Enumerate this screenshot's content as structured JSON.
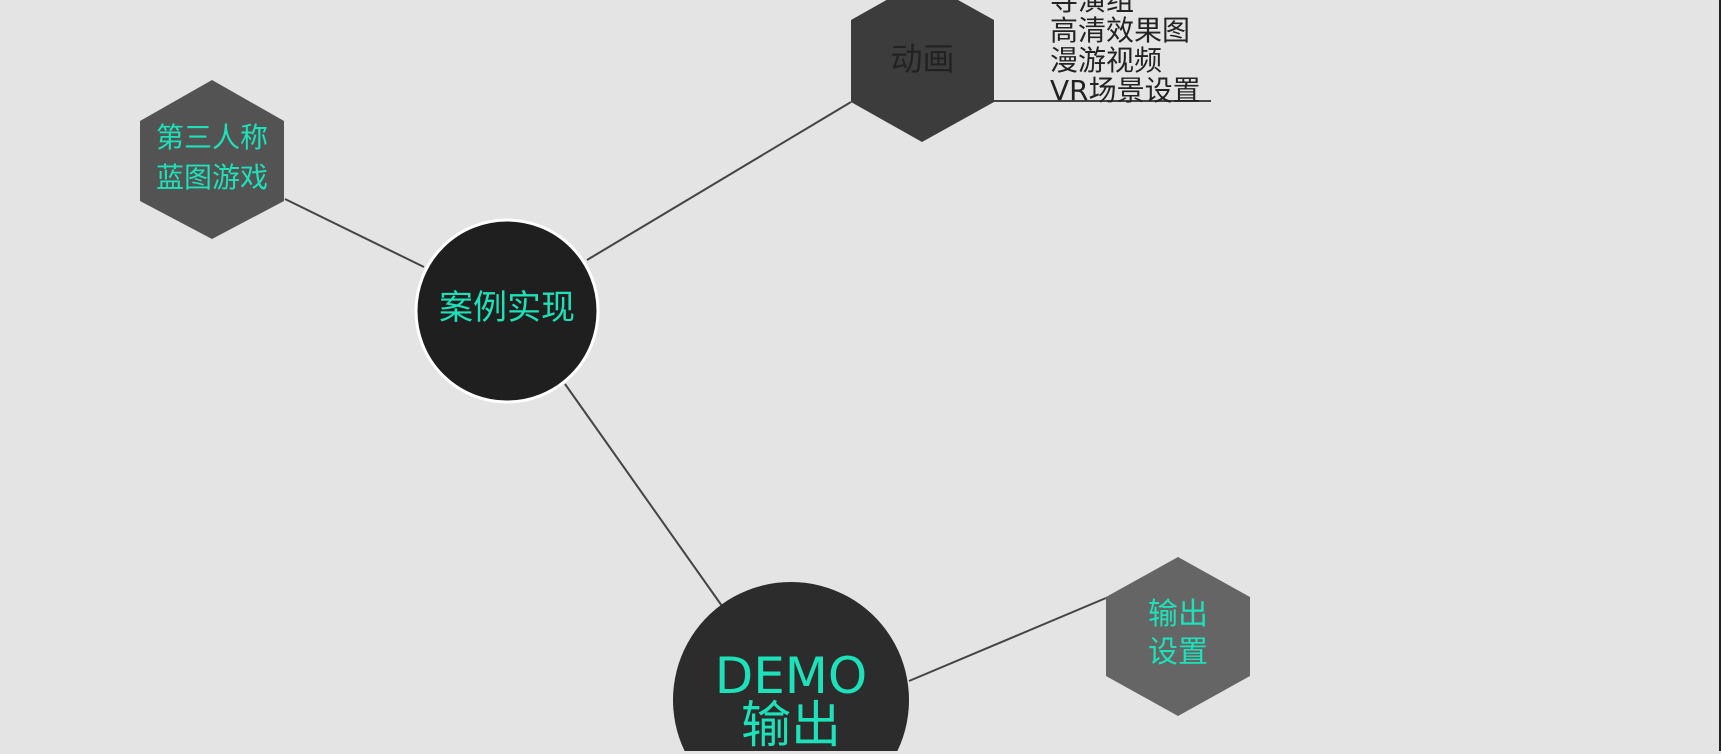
{
  "colors": {
    "background": "#e4e4e4",
    "accent": "#1de2b9",
    "line": "#444444"
  },
  "nodes": {
    "center": {
      "label": "案例实现",
      "fill": "#1f1f1f"
    },
    "third_person": {
      "line1": "第三人称",
      "line2": "蓝图游戏",
      "fill": "#535353"
    },
    "animation": {
      "label": "动画",
      "fill": "#3d3c3d"
    },
    "demo": {
      "line1": "DEMO",
      "line2": "输出",
      "fill": "#2c2c2c"
    },
    "output_settings": {
      "line1": "输出",
      "line2": "设置",
      "fill": "#666566"
    }
  },
  "animation_items": [
    "导演组",
    "高清效果图",
    "漫游视频",
    "VR场景设置"
  ]
}
